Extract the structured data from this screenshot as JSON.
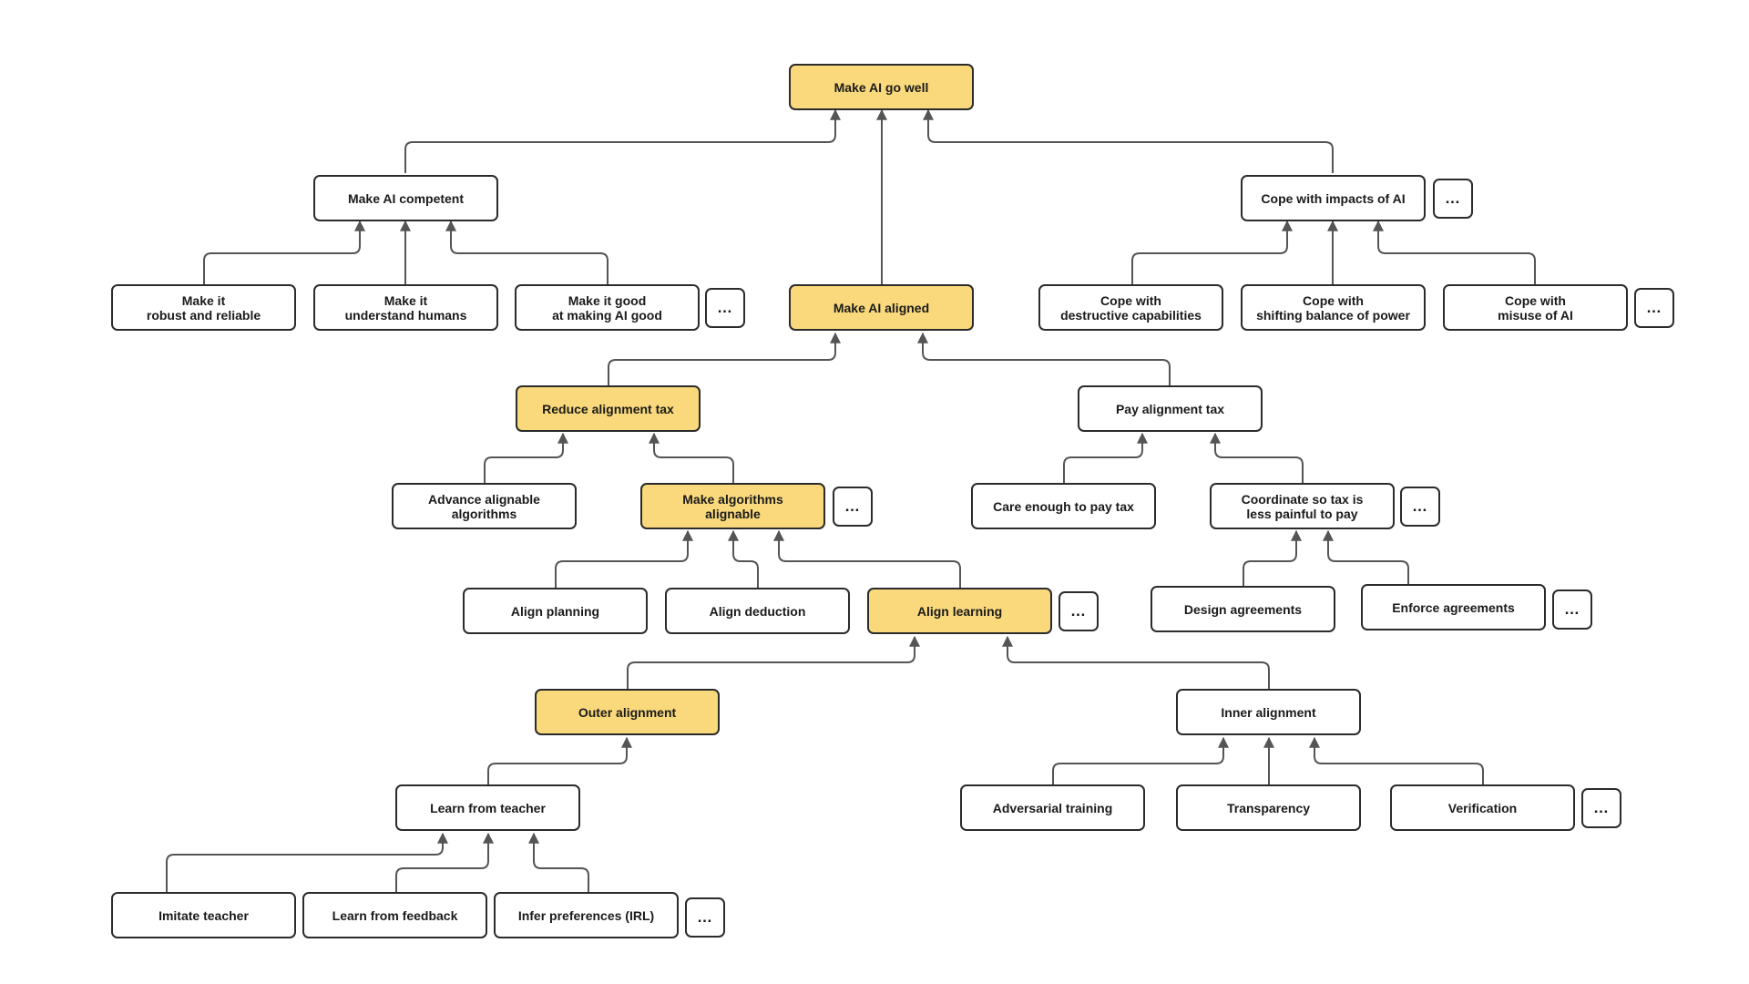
{
  "colors": {
    "highlight": "#f9d97b",
    "border": "#2b2b2b",
    "edge": "#555555"
  },
  "more_glyph": "…",
  "nodes": {
    "root": "Make AI go well",
    "competent": "Make AI competent",
    "aligned": "Make AI aligned",
    "cope": "Cope with impacts of AI",
    "robust": "Make it\nrobust and reliable",
    "understand": "Make it\nunderstand humans",
    "good": "Make it good\nat making AI good",
    "destructive": "Cope with\ndestructive capabilities",
    "power": "Cope with\nshifting balance of power",
    "misuse": "Cope with\nmisuse of AI",
    "reduce_tax": "Reduce alignment tax",
    "pay_tax": "Pay alignment tax",
    "advance": "Advance alignable\nalgorithms",
    "make_alignable": "Make algorithms\nalignable",
    "care": "Care enough to pay tax",
    "coordinate": "Coordinate so tax is\nless painful to pay",
    "planning": "Align planning",
    "deduction": "Align deduction",
    "learning": "Align learning",
    "design": "Design agreements",
    "enforce": "Enforce agreements",
    "outer": "Outer alignment",
    "inner": "Inner alignment",
    "teacher": "Learn from teacher",
    "adversarial": "Adversarial training",
    "transparency": "Transparency",
    "verification": "Verification",
    "imitate": "Imitate teacher",
    "feedback": "Learn from feedback",
    "infer": "Infer preferences (IRL)"
  }
}
